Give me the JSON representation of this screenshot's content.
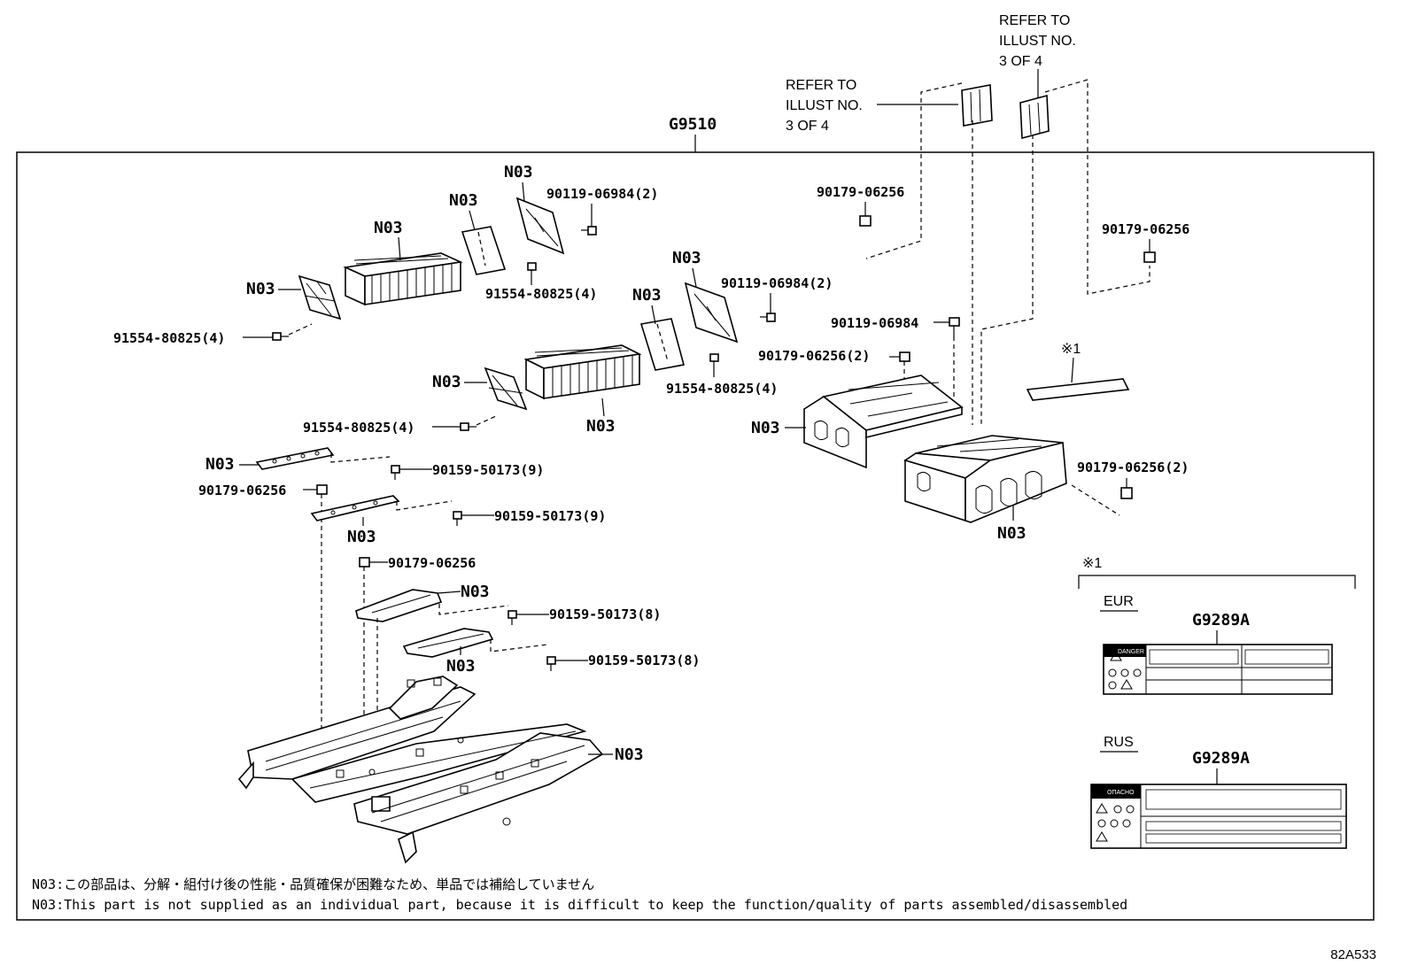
{
  "group_code": "G9510",
  "refer_left": [
    "REFER TO",
    "ILLUST NO.",
    "3 OF 4"
  ],
  "refer_right": [
    "REFER TO",
    "ILLUST NO.",
    "3 OF 4"
  ],
  "labels": {
    "n03": "N03",
    "p_9011906984_2": "90119-06984(2)",
    "p_9011906984": "90119-06984",
    "p_9155480825_4": "91554-80825(4)",
    "p_9017906256": "90179-06256",
    "p_9017906256_2": "90179-06256(2)",
    "p_9015950173_9": "90159-50173(9)",
    "p_9015950173_8": "90159-50173(8)",
    "kome1": "※1"
  },
  "legend": {
    "title": "※1",
    "eur": "EUR",
    "rus": "RUS",
    "label_code": "G9289A",
    "eur_warning": "DANGER",
    "rus_warning": "ОПАСНО"
  },
  "notes": {
    "jp": "N03:この部品は、分解・組付け後の性能・品質確保が困難なため、単品では補給していません",
    "en": "N03:This part is not supplied as an individual part, because it is difficult to keep the function/quality of parts assembled/disassembled"
  },
  "illustration_code": "82A533",
  "icons": [
    "bolt-icon",
    "nut-icon",
    "battery-module-icon",
    "bracket-icon",
    "battery-case-icon",
    "frame-icon",
    "caution-label-icon"
  ]
}
